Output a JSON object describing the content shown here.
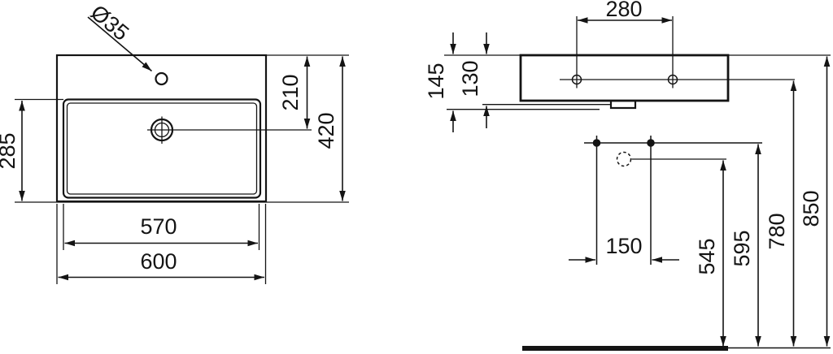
{
  "colors": {
    "line": "#141414",
    "background": "#ffffff"
  },
  "top_view": {
    "faucet_hole_diameter_label": "Ø35",
    "drain_offset_from_rear": "210",
    "overall_depth": "420",
    "bowl_depth": "285",
    "bowl_width": "570",
    "overall_width": "600"
  },
  "side_view": {
    "fixing_hole_spacing": "280",
    "front_edge_height": "145",
    "underside_height": "130",
    "supply_spacing": "150",
    "waste_outlet_height": "545",
    "supply_height": "595",
    "fixing_hole_height": "780",
    "rim_height": "850"
  }
}
